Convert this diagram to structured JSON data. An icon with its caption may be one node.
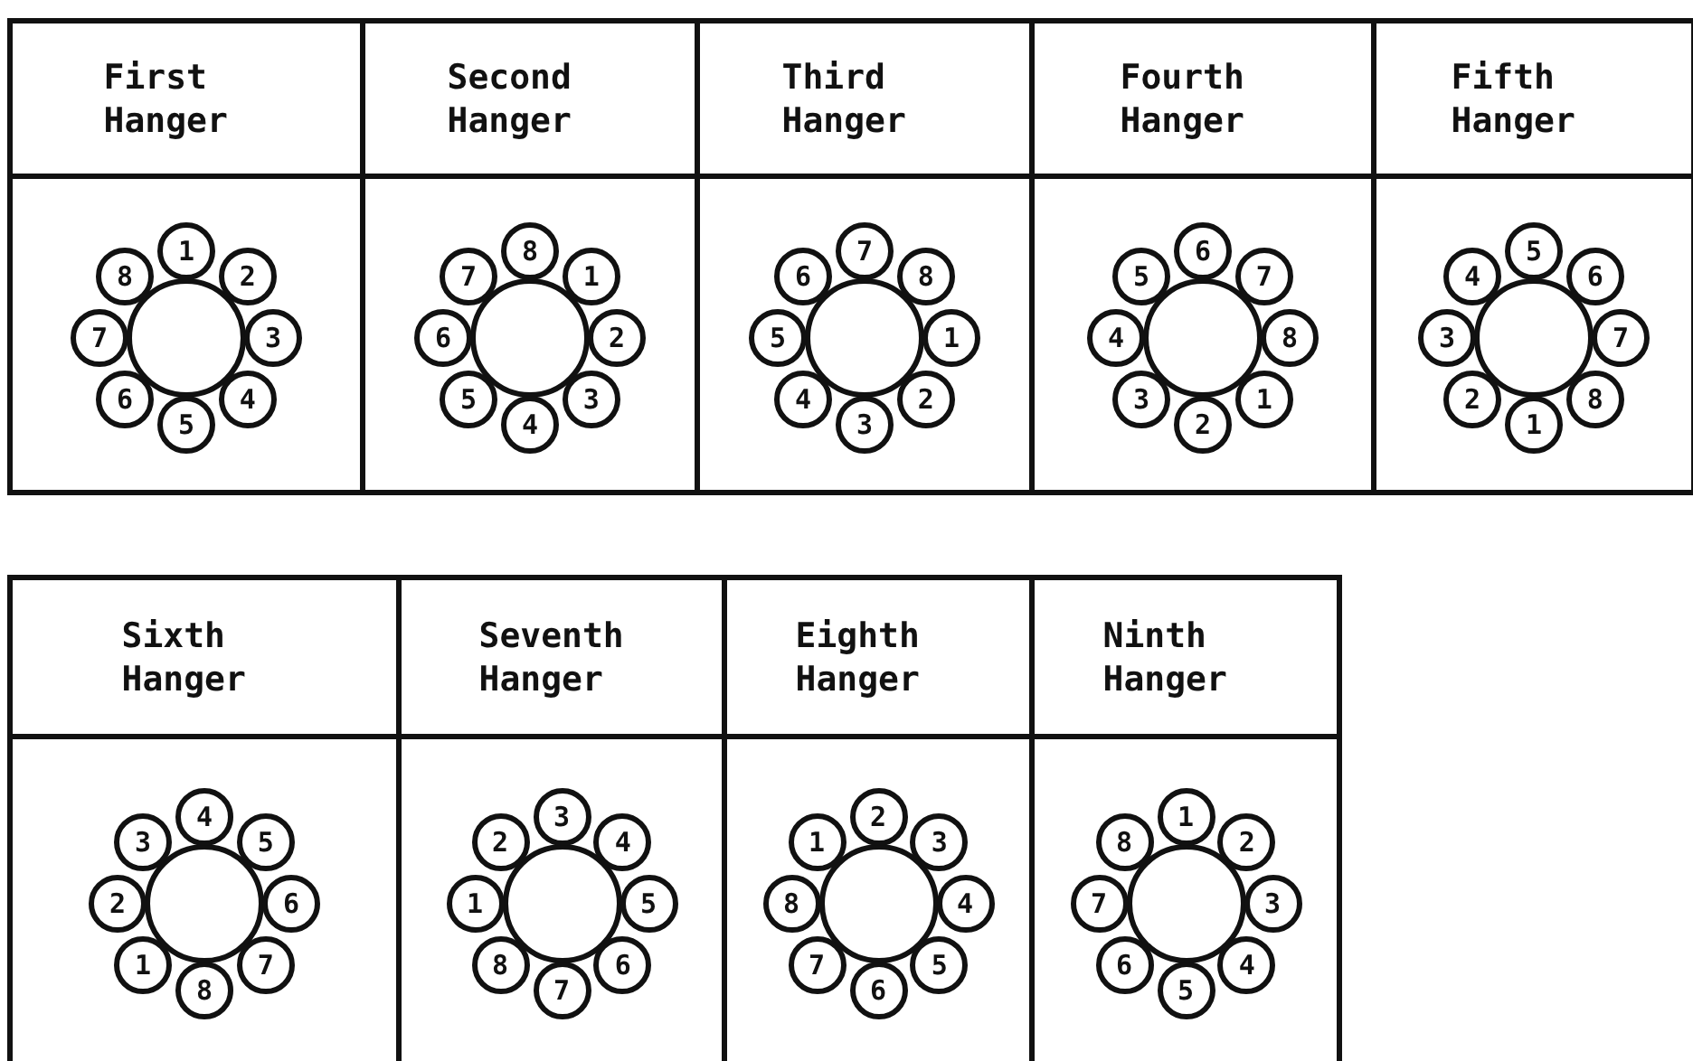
{
  "diagram": {
    "nodes": [
      {
        "text": [
          "First Hanger"
        ]
      },
      {
        "text": [
          "1"
        ],
        "in": 0
      },
      {
        "text": [
          "2"
        ],
        "in": 0
      },
      {
        "text": [
          "3"
        ],
        "in": 0
      },
      {
        "text": [
          "4"
        ],
        "in": 0
      },
      {
        "text": [
          "5"
        ],
        "in": 0
      },
      {
        "text": [
          "6"
        ],
        "in": 0
      },
      {
        "text": [
          "7"
        ],
        "in": 0
      },
      {
        "text": [
          "8"
        ],
        "in": 0
      },
      {
        "text": [
          "Second Hanger"
        ]
      },
      {
        "text": [
          "8"
        ],
        "in": 9
      },
      {
        "text": [
          "1"
        ],
        "in": 9
      },
      {
        "text": [
          "2"
        ],
        "in": 9
      },
      {
        "text": [
          "3"
        ],
        "in": 9
      },
      {
        "text": [
          "4"
        ],
        "in": 9
      },
      {
        "text": [
          "5"
        ],
        "in": 9
      },
      {
        "text": [
          "6"
        ],
        "in": 9
      },
      {
        "text": [
          "7"
        ],
        "in": 9
      },
      {
        "text": [
          "Third Hanger"
        ]
      },
      {
        "text": [
          "7"
        ],
        "in": 18
      },
      {
        "text": [
          "8"
        ],
        "in": 18
      },
      {
        "text": [
          "1"
        ],
        "in": 18
      },
      {
        "text": [
          "2"
        ],
        "in": 18
      },
      {
        "text": [
          "3"
        ],
        "in": 18
      },
      {
        "text": [
          "4"
        ],
        "in": 18
      },
      {
        "text": [
          "5"
        ],
        "in": 18
      },
      {
        "text": [
          "6"
        ],
        "in": 18
      },
      {
        "text": [
          "Fourth Hanger"
        ]
      },
      {
        "text": [
          "6"
        ],
        "in": 27
      },
      {
        "text": [
          "7"
        ],
        "in": 27
      },
      {
        "text": [
          "8"
        ],
        "in": 27
      },
      {
        "text": [
          "1"
        ],
        "in": 27
      },
      {
        "text": [
          "2"
        ],
        "in": 27
      },
      {
        "text": [
          "3"
        ],
        "in": 27
      },
      {
        "text": [
          "4"
        ],
        "in": 27
      },
      {
        "text": [
          "5"
        ],
        "in": 27
      },
      {
        "text": [
          "Fifth Hanger"
        ]
      },
      {
        "text": [
          "5"
        ],
        "in": 36
      },
      {
        "text": [
          "6"
        ],
        "in": 36
      },
      {
        "text": [
          "7"
        ],
        "in": 36
      },
      {
        "text": [
          "8"
        ],
        "in": 36
      },
      {
        "text": [
          "1"
        ],
        "in": 36
      },
      {
        "text": [
          "2"
        ],
        "in": 36
      },
      {
        "text": [
          "3"
        ],
        "in": 36
      },
      {
        "text": [
          "4"
        ],
        "in": 36
      },
      {
        "text": [
          "Sixth Hanger"
        ]
      },
      {
        "text": [
          "4"
        ],
        "in": 45
      },
      {
        "text": [
          "5"
        ],
        "in": 45
      },
      {
        "text": [
          "6"
        ],
        "in": 45
      },
      {
        "text": [
          "7"
        ],
        "in": 45
      },
      {
        "text": [
          "8"
        ],
        "in": 45
      },
      {
        "text": [
          "1"
        ],
        "in": 45
      },
      {
        "text": [
          "2"
        ],
        "in": 45
      },
      {
        "text": [
          "3"
        ],
        "in": 45
      },
      {
        "text": [
          "Seventh Hanger"
        ]
      },
      {
        "text": [
          "3"
        ],
        "in": 54
      },
      {
        "text": [
          "4"
        ],
        "in": 54
      },
      {
        "text": [
          "5"
        ],
        "in": 54
      },
      {
        "text": [
          "6"
        ],
        "in": 54
      },
      {
        "text": [
          "7"
        ],
        "in": 54
      },
      {
        "text": [
          "8"
        ],
        "in": 54
      },
      {
        "text": [
          "1"
        ],
        "in": 54
      },
      {
        "text": [
          "2"
        ],
        "in": 54
      },
      {
        "text": [
          "Eighth Hanger"
        ]
      },
      {
        "text": [
          "2"
        ],
        "in": 63
      },
      {
        "text": [
          "3"
        ],
        "in": 63
      },
      {
        "text": [
          "4"
        ],
        "in": 63
      },
      {
        "text": [
          "5"
        ],
        "in": 63
      },
      {
        "text": [
          "6"
        ],
        "in": 63
      },
      {
        "text": [
          "7"
        ],
        "in": 63
      },
      {
        "text": [
          "8"
        ],
        "in": 63
      },
      {
        "text": [
          "1"
        ],
        "in": 63
      },
      {
        "text": [
          "Ninth Hanger"
        ]
      },
      {
        "text": [
          "1"
        ],
        "in": 72
      },
      {
        "text": [
          "2"
        ],
        "in": 72
      },
      {
        "text": [
          "3"
        ],
        "in": 72
      },
      {
        "text": [
          "4"
        ],
        "in": 72
      },
      {
        "text": [
          "5"
        ],
        "in": 72
      },
      {
        "text": [
          "6"
        ],
        "in": 72
      },
      {
        "text": [
          "7"
        ],
        "in": 72
      },
      {
        "text": [
          "8"
        ],
        "in": 72
      }
    ]
  }
}
